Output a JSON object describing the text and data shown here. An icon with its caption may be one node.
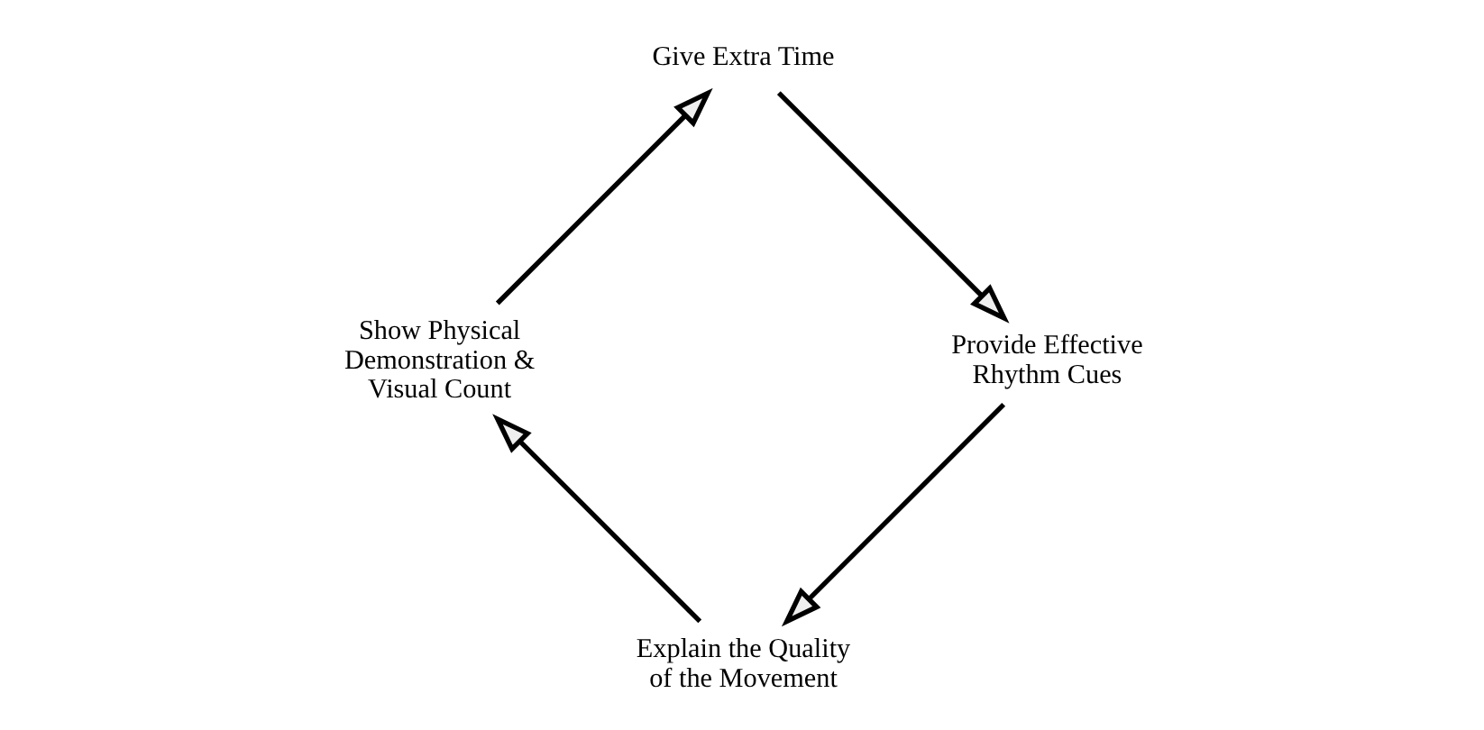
{
  "diagram": {
    "nodes": [
      {
        "text": [
          "Explain the Quality of the Movement"
        ]
      },
      {
        "text": [
          "Show Physical Demonstration & Visual Count"
        ]
      },
      {
        "text": [
          "Give Extra Time"
        ]
      },
      {
        "text": [
          "Provide Effective Rhythm Cues"
        ]
      }
    ],
    "edges": [
      {
        "from": 0,
        "to": 1,
        "arrow": "to"
      },
      {
        "from": 1,
        "to": 2,
        "arrow": "to"
      },
      {
        "from": 2,
        "to": 3,
        "arrow": "to"
      },
      {
        "from": 3,
        "to": 0,
        "arrow": "to"
      }
    ]
  }
}
